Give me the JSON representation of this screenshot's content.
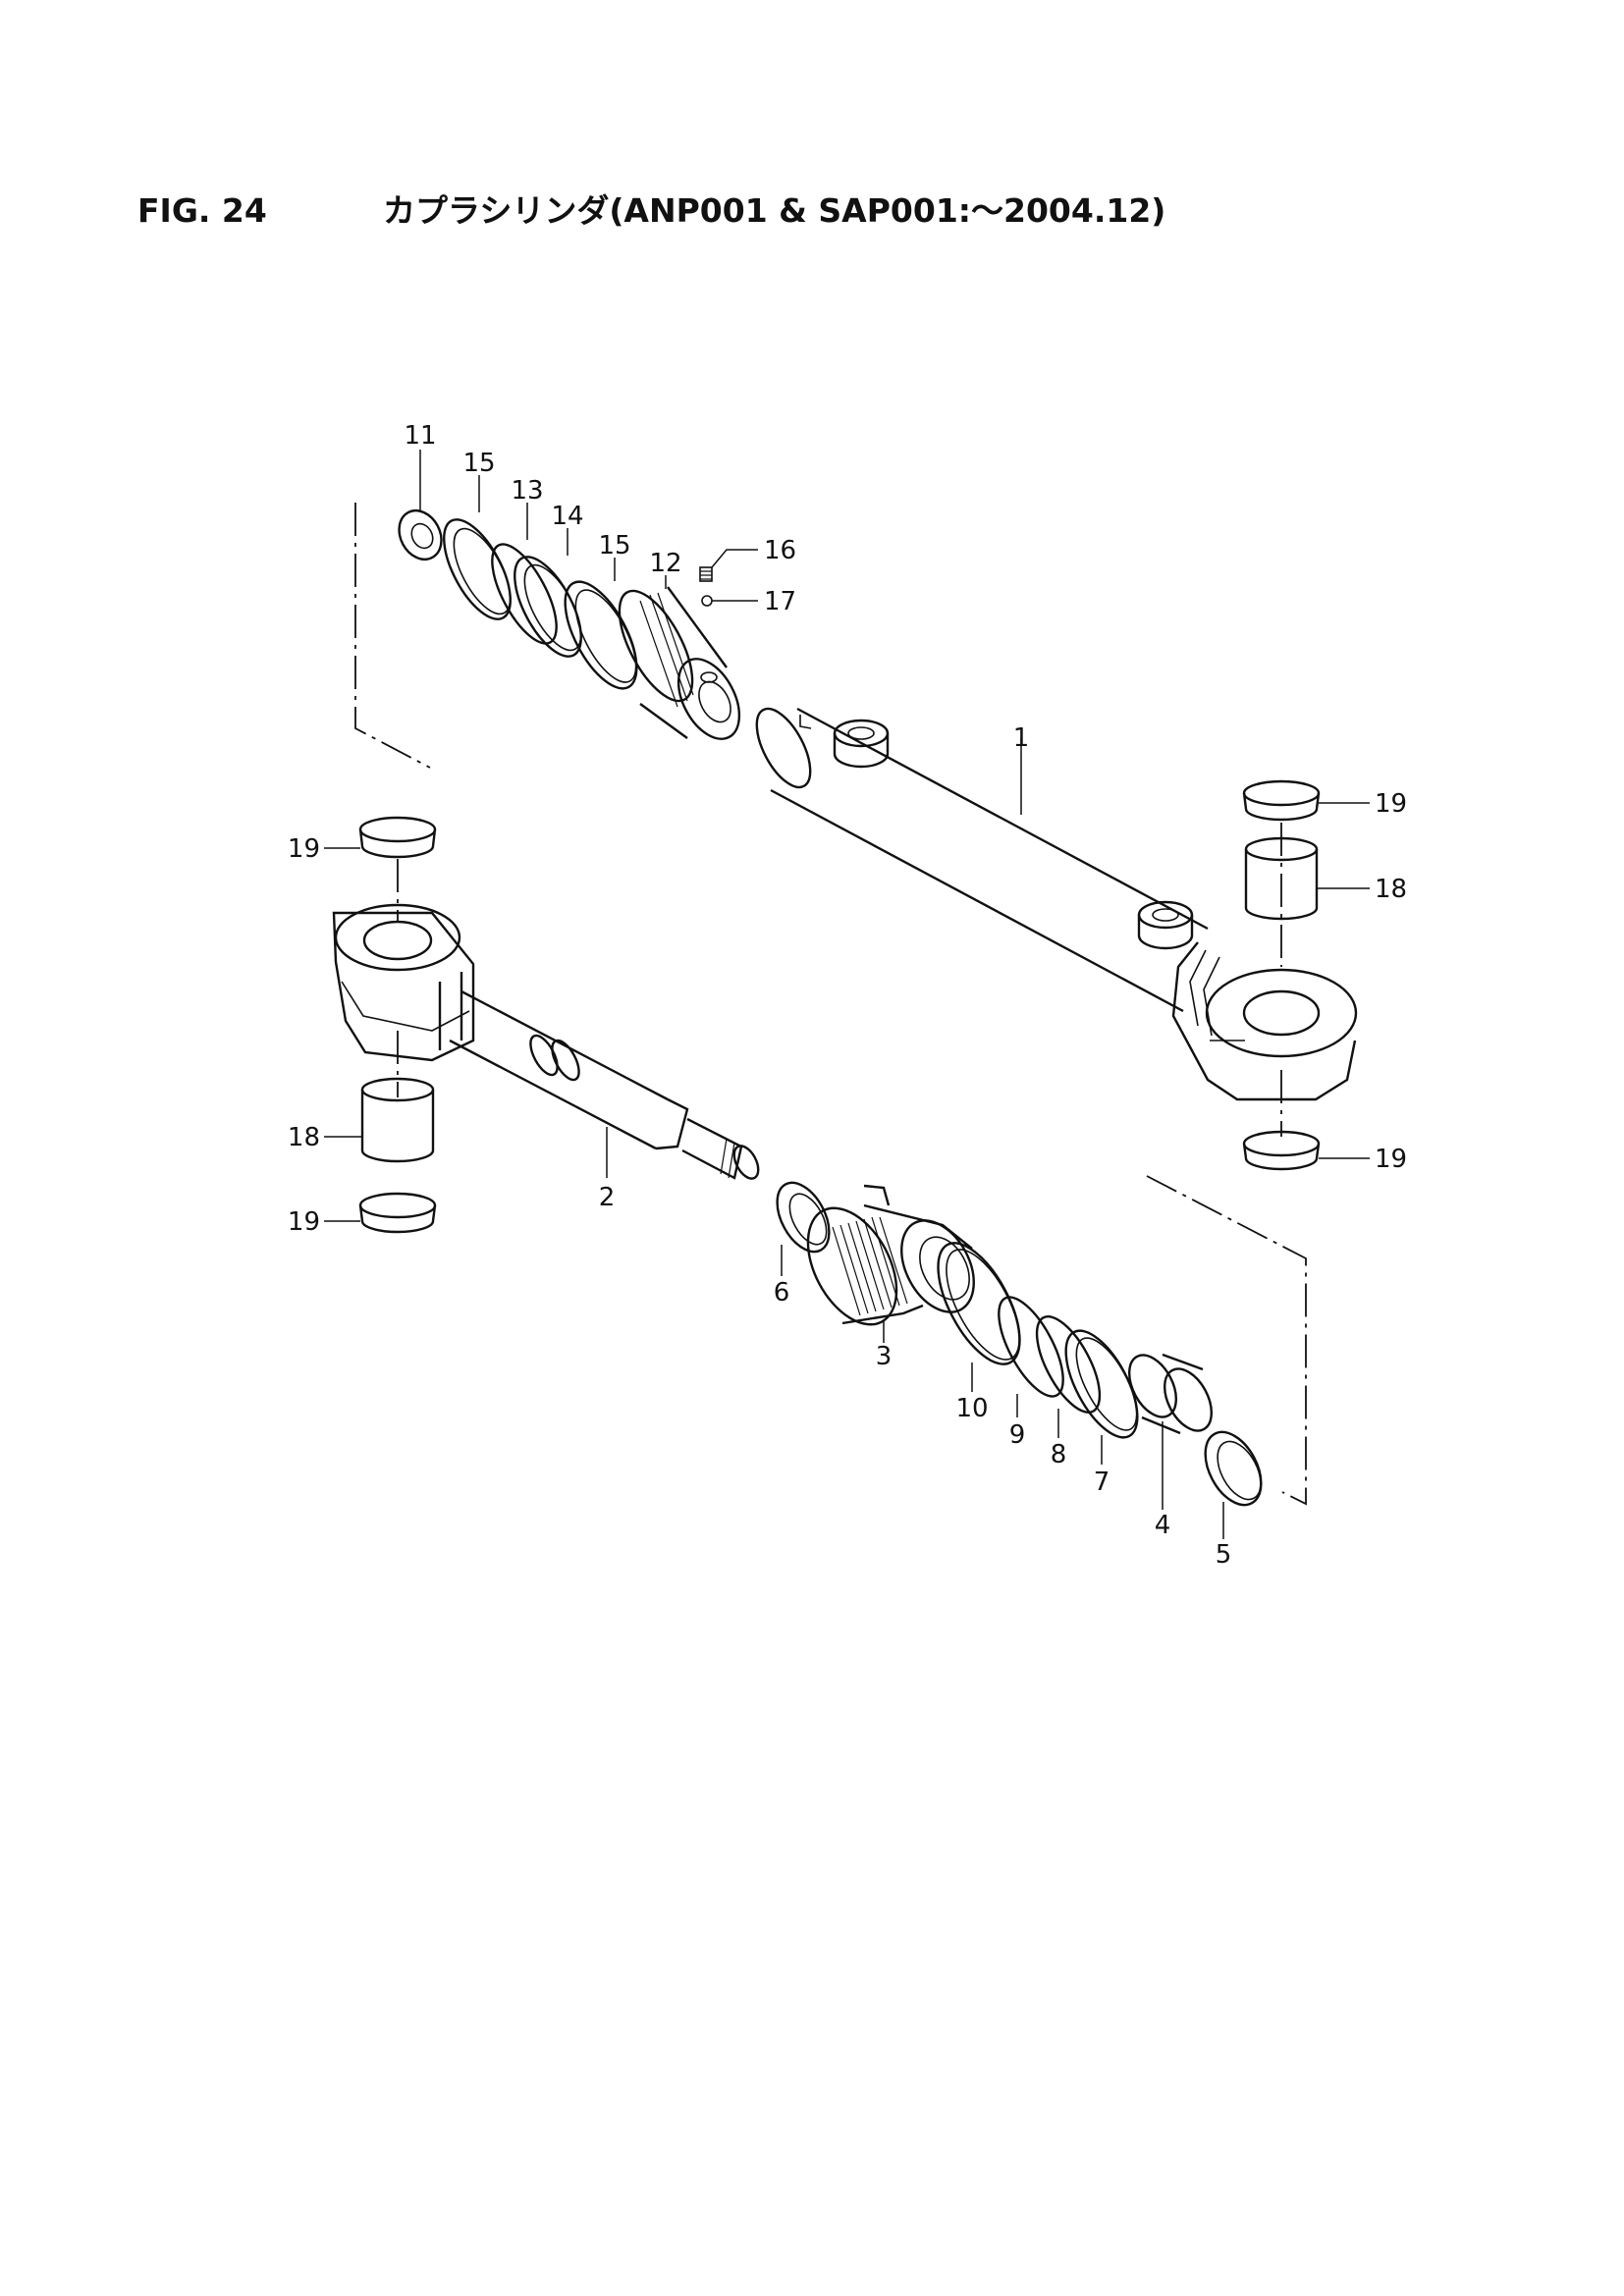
{
  "figure": {
    "number": "FIG. 24",
    "title": "カプラシリンダ(ANP001 & SAP001:～2004.12)"
  },
  "callouts": [
    "1",
    "2",
    "3",
    "4",
    "5",
    "6",
    "7",
    "8",
    "9",
    "10",
    "11",
    "12",
    "13",
    "14",
    "15",
    "15",
    "16",
    "17",
    "18",
    "18",
    "19",
    "19",
    "19",
    "19"
  ]
}
